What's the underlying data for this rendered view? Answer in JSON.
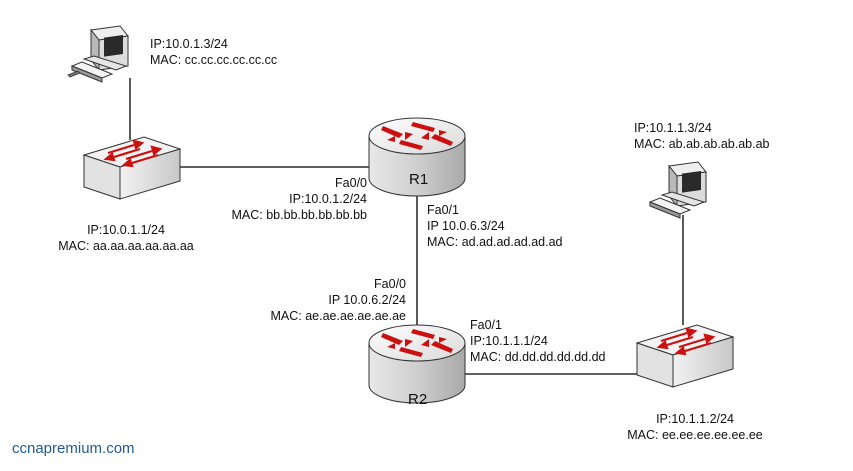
{
  "routers": {
    "r1": {
      "name": "R1",
      "fa00": {
        "iface": "Fa0/0",
        "ip": "IP:10.0.1.2/24",
        "mac": "MAC: bb.bb.bb.bb.bb.bb"
      },
      "fa01": {
        "iface": "Fa0/1",
        "ip": "IP 10.0.6.3/24",
        "mac": "MAC: ad.ad.ad.ad.ad.ad"
      }
    },
    "r2": {
      "name": "R2",
      "fa00": {
        "iface": "Fa0/0",
        "ip": "IP 10.0.6.2/24",
        "mac": "MAC: ae.ae.ae.ae.ae.ae"
      },
      "fa01": {
        "iface": "Fa0/1",
        "ip": "IP:10.1.1.1/24",
        "mac": "MAC: dd.dd.dd.dd.dd.dd"
      }
    }
  },
  "switches": {
    "left": {
      "ip": "IP:10.0.1.1/24",
      "mac": "MAC: aa.aa.aa.aa.aa.aa"
    },
    "right": {
      "ip": "IP:10.1.1.2/24",
      "mac": "MAC: ee.ee.ee.ee.ee.ee"
    }
  },
  "hosts": {
    "left": {
      "ip": "IP:10.0.1.3/24",
      "mac": "MAC: cc.cc.cc.cc.cc.cc"
    },
    "right": {
      "ip": "IP:10.1.1.3/24",
      "mac": "MAC: ab.ab.ab.ab.ab.ab"
    }
  },
  "watermark": "ccnapremium.com",
  "colors": {
    "arrow": "#cc1010",
    "device_top": "#f0f0f0",
    "device_side": "#d8d8d8",
    "link": "#000000",
    "watermark": "#1f5a9a"
  },
  "icons": {
    "router": "router-icon",
    "switch": "switch-icon",
    "host": "desktop-computer-icon"
  }
}
